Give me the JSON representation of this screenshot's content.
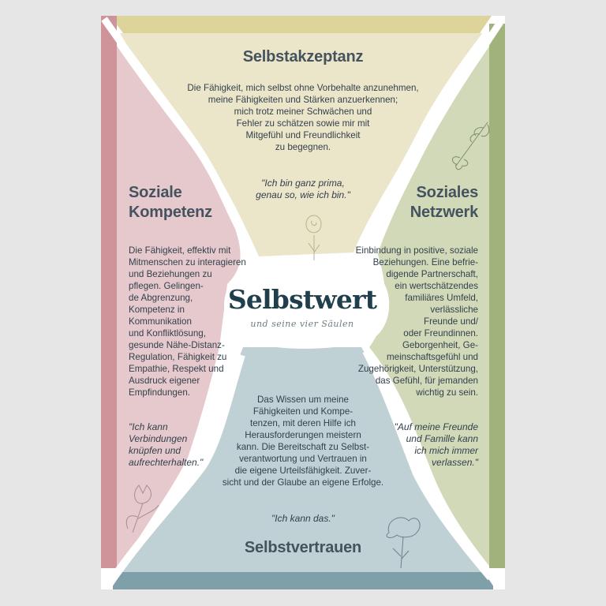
{
  "poster": {
    "title": "Selbstwert",
    "subtitle": "und seine vier Säulen",
    "colors": {
      "page_background": "#e6e6e6",
      "top_band": "#dcd49a",
      "top_fill": "#ebe6c9",
      "left_band": "#cf949a",
      "left_fill": "#e6c9cd",
      "right_band": "#a1b37c",
      "right_fill": "#d2d9b9",
      "bottom_band": "#7fa0a8",
      "bottom_fill": "#bfd1d4",
      "heading_text": "#45535f",
      "body_text": "#33404c",
      "title_text": "#1f3f4d"
    },
    "sections": {
      "top": {
        "heading": "Selbstakzeptanz",
        "body": "Die Fähigkeit, mich selbst ohne Vorbehalte anzunehmen,\nmeine Fähigkeiten und Stärken anzuerkennen;\nmich trotz meiner Schwächen und\nFehler zu schätzen sowie mir mit\nMitgefühl und Freundlichkeit\nzu begegnen.",
        "quote": "\"Ich bin ganz prima,\ngenau so, wie ich bin.\""
      },
      "left": {
        "heading": "Soziale\nKompetenz",
        "body": "Die Fähigkeit, effektiv mit\nMitmenschen zu interagieren\nund Beziehungen zu\npflegen. Gelingen-\nde Abgrenzung,\nKompetenz in\nKommunikation\nund Konfliktlösung,\ngesunde Nähe-Distanz-\nRegulation, Fähigkeit zu\nEmpathie, Respekt und\nAusdruck eigener\nEmpfindungen.",
        "quote": "\"Ich kann\nVerbindungen\nknüpfen und\naufrechterhalten.\""
      },
      "right": {
        "heading": "Soziales\nNetzwerk",
        "body": "Einbindung in positive, soziale\nBeziehungen. Eine befrie-\ndigende Partnerschaft,\nein wertschätzendes\nfamiliäres Umfeld,\nverlässliche\nFreunde und/\noder Freundinnen.\nGeborgenheit, Ge-\nmeinschaftsgefühl und\nZugehörigkeit, Unterstützung,\ndas Gefühl, für jemanden\nwichtig zu sein.",
        "quote": "\"Auf meine Freunde\nund Famille kann\nich mich immer\nverlassen.\""
      },
      "bottom": {
        "heading": "Selbstvertrauen",
        "body": "Das Wissen um meine\nFähigkeiten und Kompe-\ntenzen, mit deren Hilfe ich\nHerausforderungen meistern\nkann. Die Bereitschaft zu Selbst-\nverantwortung und Vertrauen in\ndie eigene Urteilsfähigkeit. Zuver-\nsicht und der Glaube an eigene Erfolge.",
        "quote": "\"Ich kann das.\""
      }
    },
    "icons": [
      "leaf-branch-icon",
      "rose-icon",
      "tulip-icon",
      "flower-icon"
    ]
  }
}
